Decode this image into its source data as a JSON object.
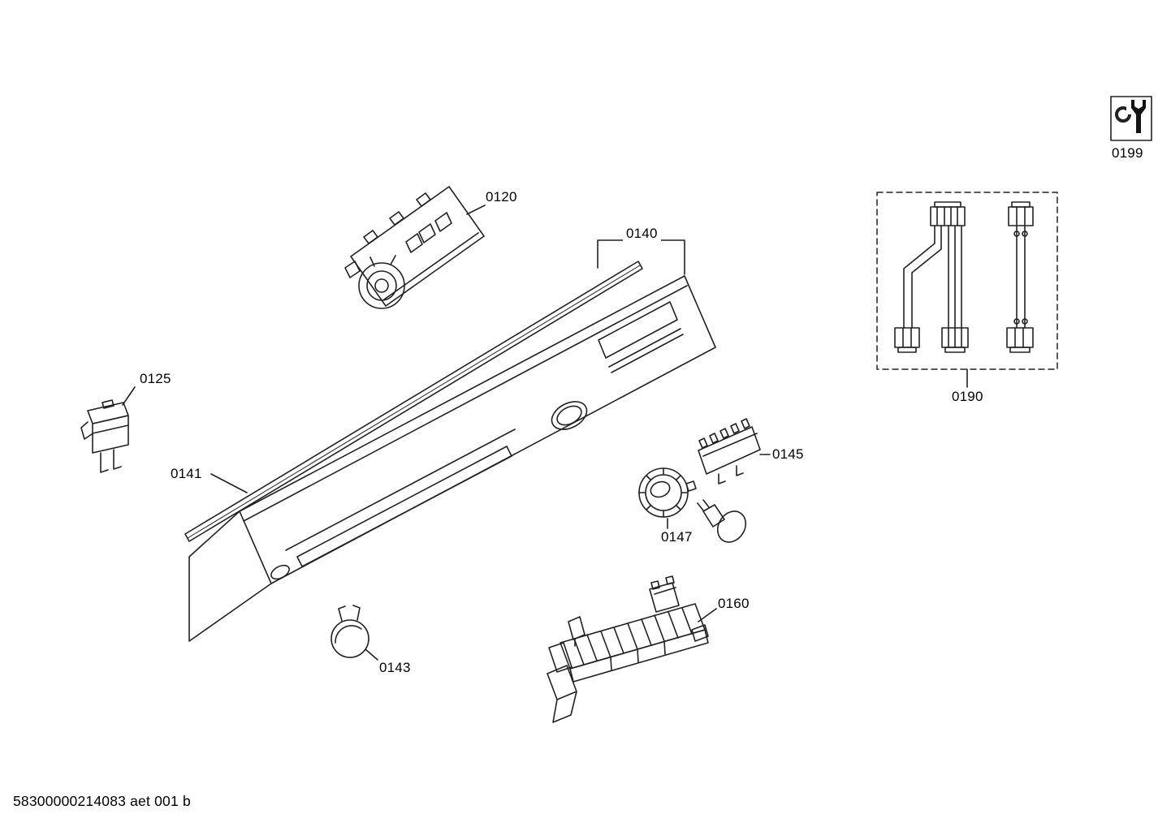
{
  "footer": {
    "code": "58300000214083 aet 001 b"
  },
  "parts": {
    "module": {
      "label": "0120"
    },
    "clip": {
      "label": "0125"
    },
    "panel": {
      "label": "0140"
    },
    "trim": {
      "label": "0141"
    },
    "button": {
      "label": "0143"
    },
    "switch": {
      "label": "0145"
    },
    "knob": {
      "label": "0147"
    },
    "support": {
      "label": "0160"
    },
    "harness": {
      "label": "0190"
    },
    "service": {
      "label": "0199"
    }
  }
}
